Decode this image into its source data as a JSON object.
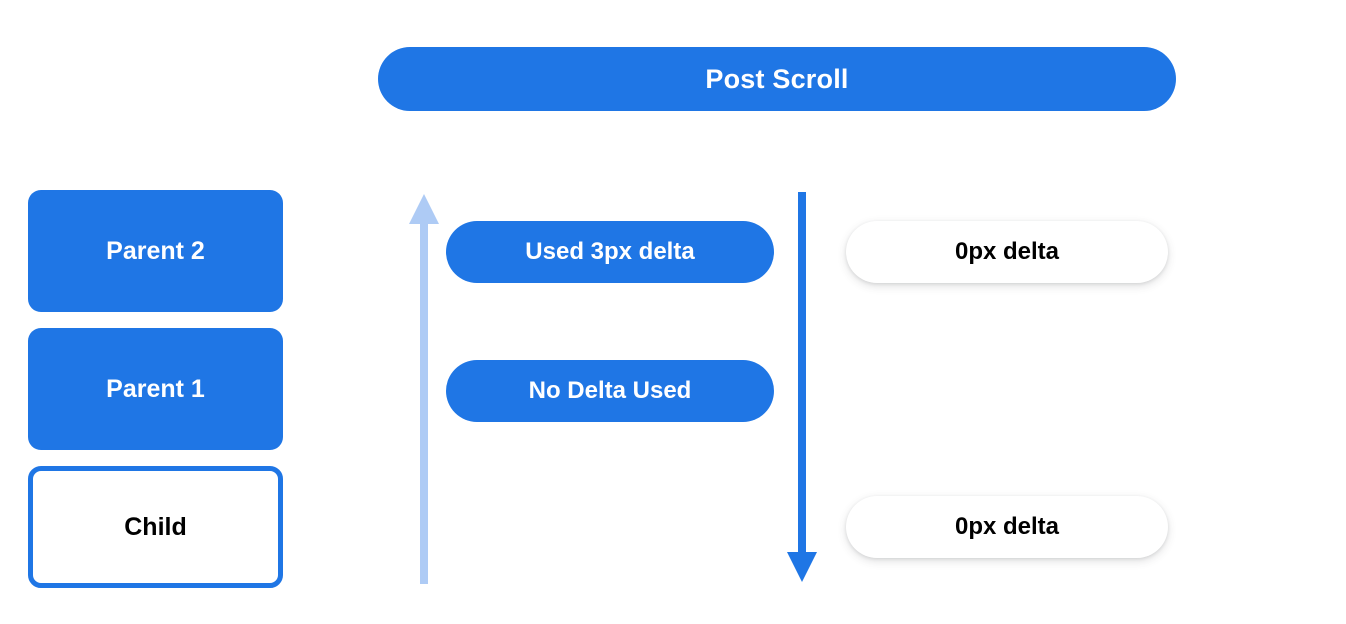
{
  "header": {
    "title": "Post Scroll",
    "accent_color": "#1f76e5"
  },
  "colors": {
    "accent_blue": "#1f76e5",
    "light_blue": "#aecbf5",
    "text_on_accent": "#ffffff",
    "text_dark": "#000000",
    "background": "#ffffff"
  },
  "node_stack": {
    "items": [
      {
        "label": "Parent 2",
        "style": "filled"
      },
      {
        "label": "Parent 1",
        "style": "filled"
      },
      {
        "label": "Child",
        "style": "outlined"
      }
    ]
  },
  "arrows": {
    "up": {
      "name": "bubble-up-arrow",
      "direction": "up",
      "color": "#aecbf5"
    },
    "down": {
      "name": "dispatch-down-arrow",
      "direction": "down",
      "color": "#1f76e5"
    }
  },
  "status_pills": {
    "consumed": [
      {
        "label": "Used 3px delta"
      },
      {
        "label": "No Delta Used"
      }
    ],
    "remaining": [
      {
        "label": "0px delta"
      },
      {
        "label": "0px delta"
      }
    ]
  }
}
